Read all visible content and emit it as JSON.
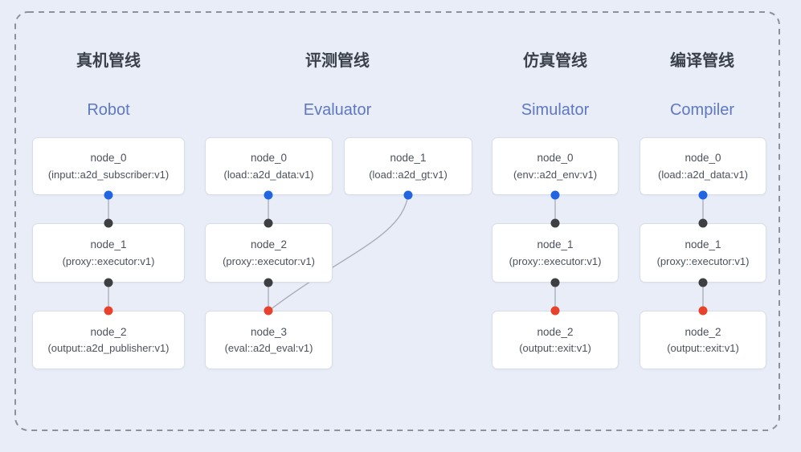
{
  "diagram": {
    "pipelines": [
      {
        "id": "robot",
        "title_zh": "真机管线",
        "title_en": "Robot",
        "nodes": [
          {
            "name": "node_0",
            "type": "(input::a2d_subscriber:v1)"
          },
          {
            "name": "node_1",
            "type": "(proxy::executor:v1)"
          },
          {
            "name": "node_2",
            "type": "(output::a2d_publisher:v1)"
          }
        ]
      },
      {
        "id": "evaluator",
        "title_zh": "评测管线",
        "title_en": "Evaluator",
        "nodes": [
          {
            "name": "node_0",
            "type": "(load::a2d_data:v1)"
          },
          {
            "name": "node_1",
            "type": "(load::a2d_gt:v1)"
          },
          {
            "name": "node_2",
            "type": "(proxy::executor:v1)"
          },
          {
            "name": "node_3",
            "type": "(eval::a2d_eval:v1)"
          }
        ]
      },
      {
        "id": "simulator",
        "title_zh": "仿真管线",
        "title_en": "Simulator",
        "nodes": [
          {
            "name": "node_0",
            "type": "(env::a2d_env:v1)"
          },
          {
            "name": "node_1",
            "type": "(proxy::executor:v1)"
          },
          {
            "name": "node_2",
            "type": "(output::exit:v1)"
          }
        ]
      },
      {
        "id": "compiler",
        "title_zh": "编译管线",
        "title_en": "Compiler",
        "nodes": [
          {
            "name": "node_0",
            "type": "(load::a2d_data:v1)"
          },
          {
            "name": "node_1",
            "type": "(proxy::executor:v1)"
          },
          {
            "name": "node_2",
            "type": "(output::exit:v1)"
          }
        ]
      }
    ],
    "connections": [
      "robot.node_0 -> robot.node_1",
      "robot.node_1 -> robot.node_2",
      "evaluator.node_0 -> evaluator.node_2",
      "evaluator.node_1 -> evaluator.node_3",
      "evaluator.node_2 -> evaluator.node_3",
      "simulator.node_0 -> simulator.node_1",
      "simulator.node_1 -> simulator.node_2",
      "compiler.node_0 -> compiler.node_1",
      "compiler.node_1 -> compiler.node_2"
    ],
    "colors": {
      "background": "#e8edf8",
      "node_fill": "#ffffff",
      "node_border": "#d9dde7",
      "title_zh": "#3b414b",
      "title_en": "#5e78c4",
      "port_output_blue": "#2166e0",
      "port_passthrough_dark": "#3d3f42",
      "port_input_red": "#e7422c",
      "edge": "#a6abb6",
      "dashed_frame": "#8c929d"
    }
  }
}
